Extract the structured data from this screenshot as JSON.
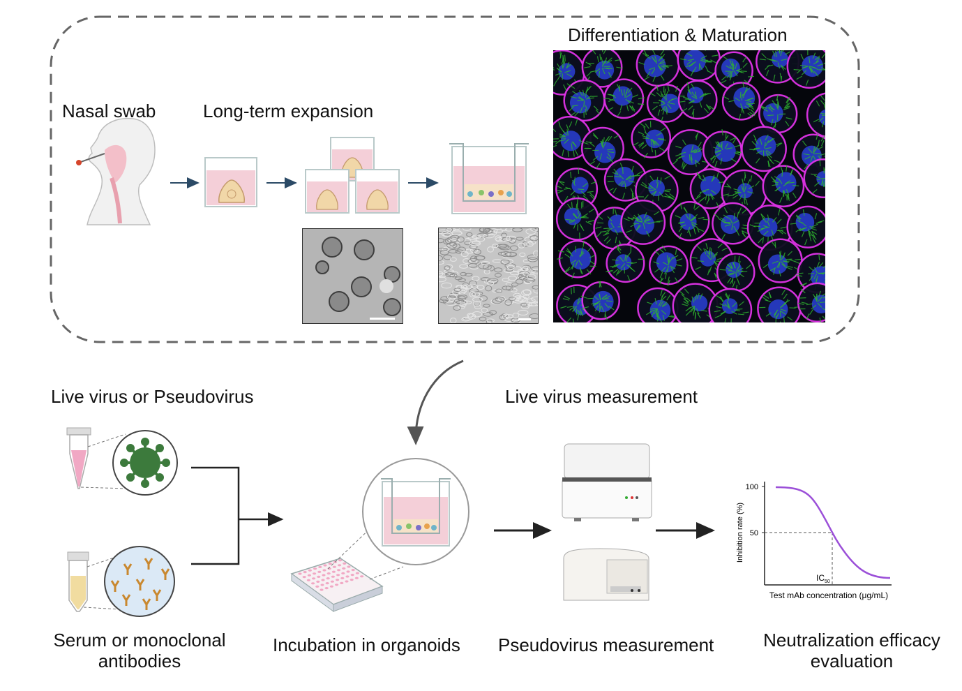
{
  "top": {
    "nasal_swab": "Nasal swab",
    "expansion": "Long-term expansion",
    "differentiation": "Differentiation & Maturation"
  },
  "bottom": {
    "virus": "Live virus or Pseudovirus",
    "live_measure": "Live virus measurement",
    "antibodies": "Serum or monoclonal antibodies",
    "incubation": "Incubation in organoids",
    "pseudo_measure": "Pseudovirus measurement",
    "neutralization": "Neutralization efficacy evaluation"
  },
  "curve": {
    "ylabel": "Inhibition rate (%)",
    "xlabel": "Test mAb concentration (μg/mL)",
    "ytick_100": "100",
    "ytick_50": "50",
    "ic50": "IC",
    "ic50_sub": "50"
  },
  "colors": {
    "membrane": "#e033e8",
    "cilia": "#2fb52f",
    "nuclei": "#2a3fd6",
    "virus": "#3c7a3c",
    "curve": "#9b4fd8",
    "medium": "#f4cfd8",
    "arrow_blue": "#2b4a66"
  }
}
